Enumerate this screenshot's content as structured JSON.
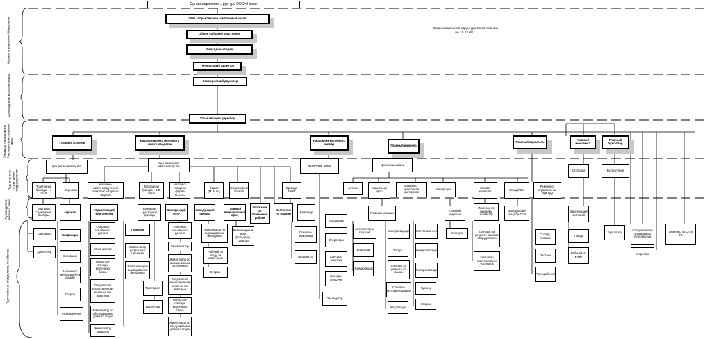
{
  "header": {
    "title": "Организационная структура ООО «Нива»",
    "note": "Организационная структура по состоянию на 15.12.08 г."
  },
  "bands": [
    "Органы управления Обществом",
    "Руководители высшего звена",
    "Главные специалисты Руководители среднего звена",
    "Подчиненные структурные подразделения",
    "Руководители низшего звена",
    "Подчиненные специалисты и рабочие"
  ],
  "governance": {
    "management_company": "ООО «Управляющая компания» Ахилла",
    "shareholders": "Общее собрание участников",
    "board": "Совет директоров",
    "ceo": "Генеральный директор",
    "commercial": "Коммерческий директор",
    "managing": "Управляющий директор"
  },
  "chiefs": {
    "agronomist": "Главный агроном",
    "dairy_head": "Начальник цеха молочного животноводства",
    "plant_head": "Начальник молочного завода",
    "engineer": "Главный инженер",
    "builder": "Главный строитель",
    "economist": "Главный экономист",
    "accountant": "Главный бухгалтер"
  },
  "units": {
    "crop_shop": "Цех растениеводства",
    "dairy_shop": "Цех молочного животноводства",
    "plant": "Молочный завод",
    "mech_shop": "Цех механизации",
    "canteen": "Столовая",
    "accounting": "Бухгалтерия"
  },
  "labels": {
    "tractor_brigade1": "Тракторная бригада – 1 Асль",
    "granary": "Зерноток",
    "complex": "молочно-животноводческий комплекс «Заря-1» «Заря-2»",
    "tractor_brigade2": "Тракторная бригада – 1 В. Асль",
    "dairy_farm": "молочно-товарная ферма В.Асль",
    "farm_masl": "Ферма (М.Асль)",
    "vet": "Ветеринарная служба",
    "mmd": "Бригада ММФ",
    "pharmacy": "Аптека",
    "yard": "Машинный двор",
    "workshops": "Машинно-тракторная мастерская",
    "power": "Электроцех",
    "housing": "Газовое хозяйство",
    "fuel": "Склад ГСМ",
    "build_brigade": "Ремонтно-строительная бригада",
    "foreman_crop": "Бригадир тракторной бригады",
    "agronom": "Агроном",
    "head_complex": "Управляющий комплексом",
    "foreman_dairy": "Бригадир тракторной бригады",
    "head_mto": "Заведующий МТФ",
    "head_farm": "Заведующий фермы",
    "chief_vet": "Главный ветеринарный врач",
    "zoo_breed": "Зоотехник по племенной работе",
    "zoo_feed": "Зоотехник по кормам",
    "foreman_mmd": "Бригадир",
    "chief_mech": "Главный механик",
    "chief_power": "Главный энергетик",
    "engineer_gas": "Инженер по газовому хозяйству",
    "fuel_head": "Заведующий складом ГСМ",
    "head_canteen": "Заведующий столовой",
    "tractorist": "Тракторист",
    "dispatcher": "Диспетчер",
    "storekeeper": "Кладовщик",
    "weigher": "Весовщик",
    "mech_operator": "Машинист семенотехнических машин",
    "guard": "Сторож",
    "laborer": "Разнорабочий",
    "milk_operator": "Оператор машинного доения",
    "mechanizer": "Механизатор",
    "operator_fitter": "Оператор-слесарь молочного блока",
    "insem": "Оператор по искусственному осеменению животных",
    "herdsman": "Животновод по обслуживанию дойного стада",
    "calf_op": "Животновод оператор",
    "calfman": "Телятник",
    "calves_ward": "Животновод родильного отделения",
    "young": "Животновод по выращиванию молодняка",
    "tractorist2": "Тракторист",
    "dispatcher2": "Диспетчер",
    "milk_op2": "Оператор машинного доения",
    "mechanizer2": "Механизатор",
    "young2": "Животновод по выращиванию молодняка",
    "insem2": "Оператор по искусственному осеменению животных",
    "fitter2": "Оператор-слесарь молочного блока",
    "herd2": "Животновод по обслуживанию дойного стада",
    "feed_ops": "Животновод по выращиванию молодняка",
    "worker_feed": "Рабочий по уходу за животными",
    "guard2": "Сторож",
    "vet_feld": "Ветеринарный врач, фельдшер, санитар",
    "store2": "Кладовщик",
    "oper_plant": "Операторы",
    "repair_fit": "Слесарь-ремонтник",
    "electric": "Слесарь-электрик",
    "adjuster": "Слесарь-наладчик",
    "expeditor": "Экспедитор",
    "washer": "Ведомость",
    "foreman_yard": "Бригадир",
    "autoelectric": "Автоэлектрик, сварщик",
    "drivers": "Водители",
    "normer": "Нормировщик",
    "electrosvar": "Электросварщик",
    "turner": "Токарь",
    "slesar_repair": "Слесарь по ремонту с/х машин",
    "slesar_inst": "Слесарь-инструментальщик",
    "store3": "Кладовщик",
    "electromon": "Электромонтер",
    "accum": "Аккумуляторщик",
    "electric_welder": "Электросварщик",
    "smith": "Кузнец",
    "guard3": "Сторож",
    "electrician": "Электрик",
    "gas_slesar": "Слесарь по ремонту газового оборудования",
    "gas_oper": "Оператор газотопливных установок",
    "stokers": "Столяр, плотник",
    "carpenter": "Плотник",
    "helpers": "Разнорабочий",
    "cook": "Повар",
    "kitchen": "Рабочий по кухне",
    "accountant2": "Бухгалтер",
    "hr": "Специалист по управлению персоналом",
    "secretary": "Секретарь",
    "safety": "Инженер по ОТ и ТБ"
  }
}
